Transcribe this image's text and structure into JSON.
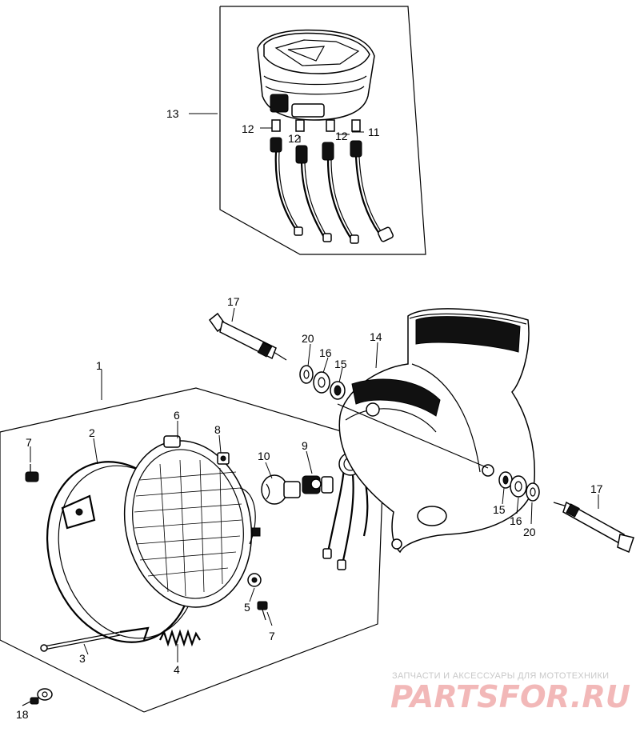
{
  "diagram": {
    "part_labels": {
      "p1": "1",
      "p2": "2",
      "p3": "3",
      "p4": "4",
      "p5": "5",
      "p6": "6",
      "p7a": "7",
      "p7b": "7",
      "p8": "8",
      "p9": "9",
      "p10": "10",
      "p11": "11",
      "p12a": "12",
      "p12b": "12",
      "p12c": "12",
      "p13": "13",
      "p14": "14",
      "p15a": "15",
      "p15b": "15",
      "p16a": "16",
      "p16b": "16",
      "p17a": "17",
      "p17b": "17",
      "p18": "18",
      "p20a": "20",
      "p20b": "20"
    }
  },
  "watermark": {
    "tagline": "ЗАПЧАСТИ И АКСЕССУАРЫ ДЛЯ МОТОТЕХНИКИ",
    "brand": "PARTSFOR.RU",
    "color": "#f2b8b8"
  }
}
